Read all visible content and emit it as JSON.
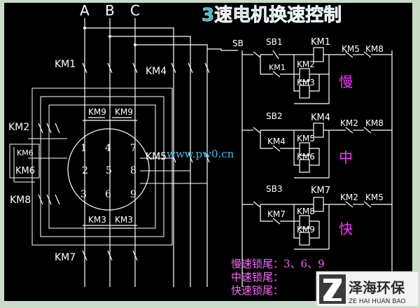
{
  "title": "3速电机换速控制",
  "phases": [
    "A",
    "B",
    "C"
  ],
  "contactors": {
    "km1": "KM1",
    "km2": "KM2",
    "km3": "KM3",
    "km4": "KM4",
    "km5": "KM5",
    "km6": "KM6",
    "km7": "KM7",
    "km8": "KM8",
    "km9": "KM9"
  },
  "buttons": {
    "sb": "SB",
    "sb1": "SB1",
    "sb2": "SB2",
    "sb3": "SB3"
  },
  "terminals": [
    "1",
    "4",
    "7",
    "2",
    "5",
    "8",
    "3",
    "6",
    "9"
  ],
  "speeds": {
    "slow": "慢",
    "medium": "中",
    "fast": "快"
  },
  "watermark": "www.pw0.cn",
  "notes": {
    "slow": "慢速锁尾：3、6、9",
    "medium": "中速锁尾：",
    "fast": "快速锁尾："
  },
  "logo": {
    "name": "泽海环保",
    "pinyin": "ZE HAI HUAN BAO"
  },
  "colors": {
    "background": "#000000",
    "frame": "#c9dcc7",
    "wires": "#ffffff",
    "title": "#38b6d6",
    "speed_labels": "#ff33ff",
    "watermark": "#4dbbe8",
    "notes": "#ff66ff",
    "logo_text": "#2a2a2a"
  }
}
